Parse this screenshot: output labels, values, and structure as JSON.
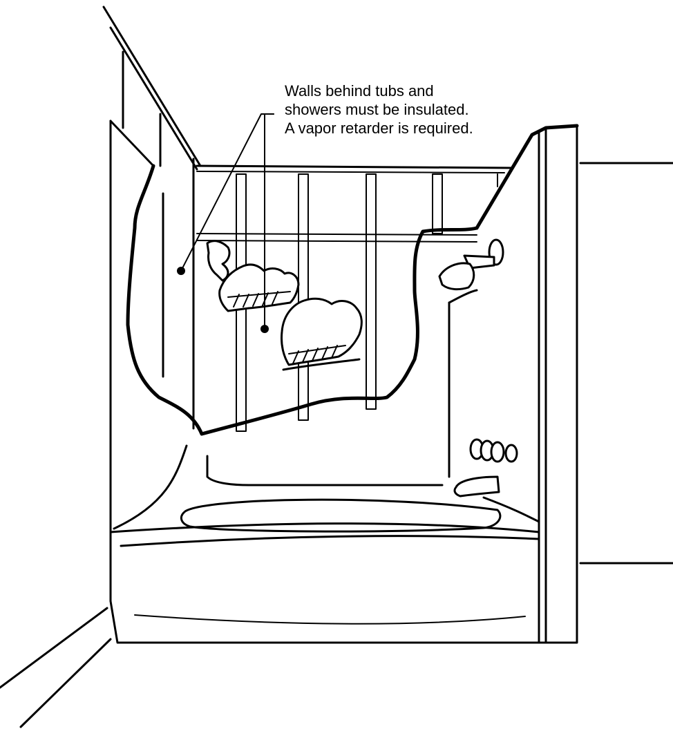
{
  "annotation": {
    "lines": [
      "Walls behind tubs and",
      "showers must be insulated.",
      "A vapor retarder is required."
    ]
  },
  "colors": {
    "ink": "#000000",
    "paper": "#ffffff"
  }
}
